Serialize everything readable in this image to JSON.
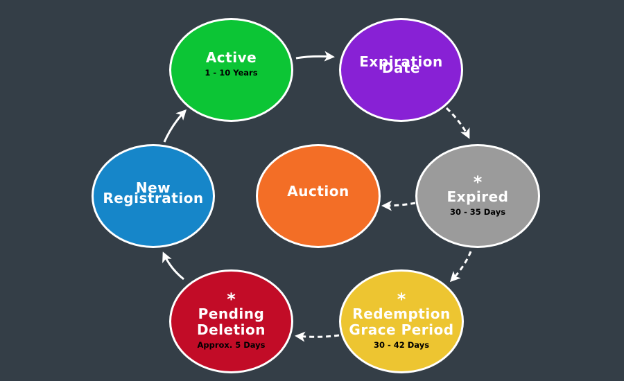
{
  "colors": {
    "background": "#343e47",
    "active": "#0cc535",
    "expiration_date": "#8821d5",
    "expired": "#9b9b9b",
    "auction": "#f36e26",
    "new_registration": "#1686c9",
    "redemption": "#edc531",
    "pending_deletion": "#c20c27",
    "arrow": "#ffffff"
  },
  "nodes": {
    "active": {
      "title": "Active",
      "sub": "1 - 10 Years"
    },
    "expiration_date": {
      "title_line1": "Expiration",
      "title_line2": "Date"
    },
    "expired": {
      "marker": "*",
      "title": "Expired",
      "sub": "30 - 35 Days"
    },
    "auction": {
      "title": "Auction"
    },
    "new_registration": {
      "title_line1": "New",
      "title_line2": "Registration"
    },
    "redemption": {
      "marker": "*",
      "title_line1": "Redemption",
      "title_line2": "Grace Period",
      "sub": "30 - 42 Days"
    },
    "pending_deletion": {
      "marker": "*",
      "title_line1": "Pending",
      "title_line2": "Deletion",
      "sub": "Approx. 5 Days"
    }
  },
  "edges": [
    {
      "from": "active",
      "to": "expiration_date",
      "style": "solid"
    },
    {
      "from": "expiration_date",
      "to": "expired",
      "style": "dashed"
    },
    {
      "from": "expired",
      "to": "auction",
      "style": "dashed"
    },
    {
      "from": "expired",
      "to": "redemption",
      "style": "dashed"
    },
    {
      "from": "redemption",
      "to": "pending_deletion",
      "style": "dashed"
    },
    {
      "from": "pending_deletion",
      "to": "new_registration",
      "style": "solid"
    },
    {
      "from": "new_registration",
      "to": "active",
      "style": "solid"
    }
  ]
}
